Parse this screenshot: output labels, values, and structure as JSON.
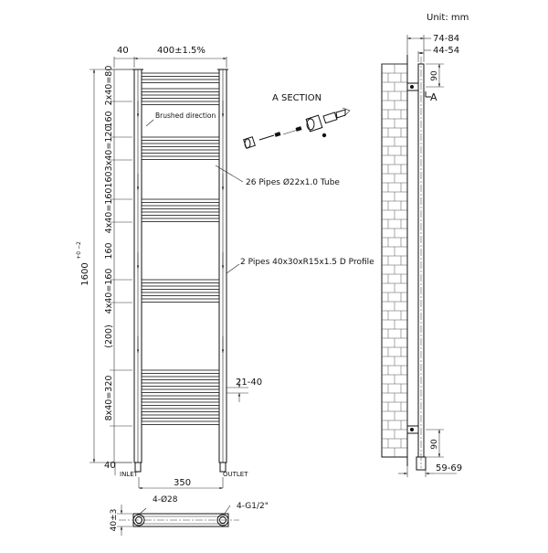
{
  "unit_label": "Unit: mm",
  "section_title": "A SECTION",
  "section_marker": "A",
  "front": {
    "top_width": "400±1.5%",
    "side_margin_left": "40",
    "overall_height": "1600",
    "overall_height_tol": "+0 −2",
    "vertical_dims": [
      "2x40=80",
      "160",
      "3x40=120",
      "160",
      "4x40=160",
      "160",
      "4x40=160",
      "(200)",
      "8x40=320"
    ],
    "bottom_offset": "40",
    "pipe_gap": "21-40",
    "inlet": "INLET",
    "outlet": "OUTLET",
    "center_distance": "350"
  },
  "callouts": {
    "brushed": "Brushed direction",
    "tubes": "26 Pipes Ø22x1.0 Tube",
    "profile": "2 Pipes 40x30xR15x1.5 D Profile"
  },
  "side": {
    "depth_outer": "74-84",
    "depth_inner": "44-54",
    "bracket_top": "90",
    "bracket_bottom": "90",
    "depth_bottom": "59-69"
  },
  "bottom_view": {
    "ports": "4-Ø28",
    "thread": "4-G1/2\"",
    "height": "40±3"
  },
  "icons": [
    "wall-mount-bracket-icon",
    "screw-icon",
    "wall-plug-icon",
    "brick-wall-icon"
  ]
}
